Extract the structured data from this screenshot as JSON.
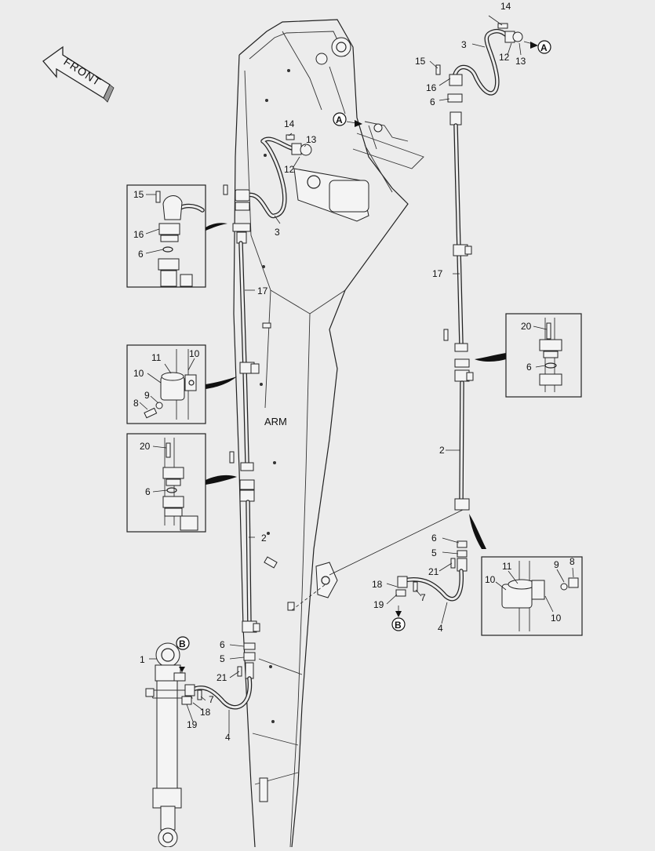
{
  "front_label": "FRONT",
  "arm_label": "ARM",
  "callouts": {
    "p1": "1",
    "p2": "2",
    "p3": "3",
    "p4": "4",
    "p5": "5",
    "p6": "6",
    "p7": "7",
    "p8": "8",
    "p9": "9",
    "p10": "10",
    "p11": "11",
    "p12": "12",
    "p13": "13",
    "p14": "14",
    "p15": "15",
    "p16": "16",
    "p17": "17",
    "p18": "18",
    "p19": "19",
    "p20": "20",
    "p21": "21"
  },
  "refs": {
    "a": "A",
    "b": "B"
  },
  "colors": {
    "background": "#ececec",
    "line": "#222222",
    "callout": "#111111"
  }
}
